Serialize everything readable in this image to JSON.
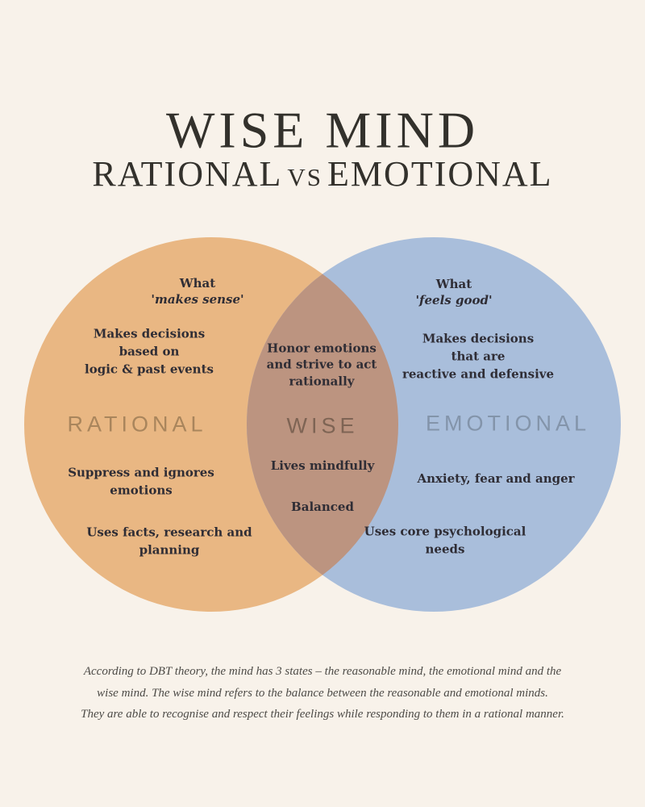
{
  "colors": {
    "background": "#F8F2EA",
    "left_circle": "#E9B783",
    "right_circle": "#A9BEDB",
    "overlap": "#BC9480",
    "title_text": "#33312C",
    "body_text": "#2F2D35",
    "rational_label": "#A9855C",
    "wise_label": "#7E6454",
    "emotional_label": "#8394AA",
    "footer_text": "#4D4B47"
  },
  "header": {
    "title": "WISE MIND",
    "subtitle": [
      "RATIONAL",
      "VS",
      "EMOTIONAL"
    ]
  },
  "venn": {
    "left": {
      "label": "RATIONAL",
      "what": [
        "What",
        "'makes sense'"
      ],
      "items": [
        [
          "Makes decisions",
          "based on",
          "logic & past events"
        ],
        [
          "Suppress and ignores",
          "emotions"
        ],
        [
          "Uses facts, research and",
          "planning"
        ]
      ]
    },
    "middle": {
      "label": "WISE",
      "items": [
        [
          "Honor emotions",
          "and strive to act",
          "rationally"
        ],
        [
          "Lives mindfully"
        ],
        [
          "Balanced"
        ]
      ]
    },
    "right": {
      "label": "EMOTIONAL",
      "what": [
        "What",
        "'feels good'"
      ],
      "items": [
        [
          "Makes decisions",
          "that are",
          "reactive and defensive"
        ],
        [
          "Anxiety, fear and anger"
        ],
        [
          "Uses core psychological",
          "needs"
        ]
      ]
    }
  },
  "footer": {
    "lines": [
      "According to DBT theory, the mind has 3 states – the reasonable mind, the emotional mind and the",
      "wise mind. The wise mind refers to the balance between the reasonable and emotional minds.",
      "They are able to recognise and respect their feelings while responding to them in a rational manner."
    ]
  }
}
